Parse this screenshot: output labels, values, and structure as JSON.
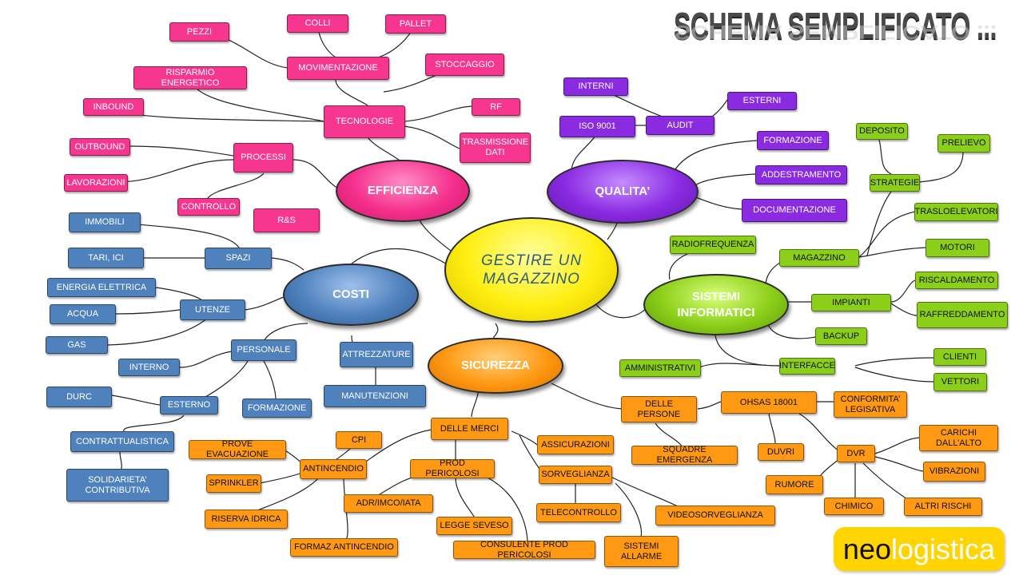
{
  "title": "SCHEMA SEMPLIFICATO ...",
  "logo": {
    "part1": "neo",
    "part2": "logistica"
  },
  "colors": {
    "efficienza": "#f7378f",
    "qualita": "#8a2be2",
    "costi": "#4f81bd",
    "sistemi": "#8ccf1a",
    "sicurezza": "#ff9812",
    "centro": "#ffee10"
  },
  "center": "GESTIRE UN\nMAGAZZINO",
  "hubs": {
    "efficienza": "EFFICIENZA",
    "qualita": "QUALITA’",
    "costi": "COSTI",
    "sistemi": "SISTEMI\nINFORMATICI",
    "sicurezza": "SICUREZZA"
  },
  "efficienza": {
    "pezzi": "PEZZI",
    "colli": "COLLI",
    "pallet": "PALLET",
    "movimentazione": "MOVIMENTAZIONE",
    "stoccaggio": "STOCCAGGIO",
    "risparmio": "RISPARMIO ENERGETICO",
    "inbound": "INBOUND",
    "tecnologie": "TECNOLOGIE",
    "rf": "RF",
    "trasmissione": "TRASMISSIONE\nDATI",
    "outbound": "OUTBOUND",
    "processi": "PROCESSI",
    "lavorazioni": "LAVORAZIONI",
    "controllo": "CONTROLLO",
    "rs": "R&S"
  },
  "qualita": {
    "interni": "INTERNI",
    "esterni": "ESTERNI",
    "iso": "ISO 9001",
    "audit": "AUDIT",
    "formazione": "FORMAZIONE",
    "addestramento": "ADDESTRAMENTO",
    "documentazione": "DOCUMENTAZIONE"
  },
  "sistemi": {
    "deposito": "DEPOSITO",
    "prelievo": "PRELIEVO",
    "strategie": "STRATEGIE",
    "traslo": "TRASLOELEVATORI",
    "radio": "RADIOFREQUENZA",
    "magazzino": "MAGAZZINO",
    "motori": "MOTORI",
    "riscaldamento": "RISCALDAMENTO",
    "impianti": "IMPIANTI",
    "raffreddamento": "RAFFREDDAMENTO",
    "backup": "BACKUP",
    "clienti": "CLIENTI",
    "amministrativi": "AMMINISTRATIVI",
    "interfacce": "INTERFACCE",
    "vettori": "VETTORI"
  },
  "costi": {
    "immobili": "IMMOBILI",
    "tari": "TARI, ICI",
    "spazi": "SPAZI",
    "energia": "ENERGIA ELETTRICA",
    "utenze": "UTENZE",
    "acqua": "ACQUA",
    "gas": "GAS",
    "personale": "PERSONALE",
    "attrezzature": "ATTREZZATURE",
    "interno": "INTERNO",
    "manutenzioni": "MANUTENZIONI",
    "durc": "DURC",
    "esterno": "ESTERNO",
    "formazione": "FORMAZIONE",
    "contrattualistica": "CONTRATTUALISTICA",
    "solidarieta": "SOLIDARIETA’\nCONTRIBUTIVA"
  },
  "sicurezza": {
    "persone": "DELLE  PERSONE",
    "ohsas": "OHSAS 18001",
    "conformita": "CONFORMITA’\nLEGISATIVA",
    "carichi": "CARICHI\nDALL’ALTO",
    "squadre": "SQUADRE EMERGENZA",
    "duvri": "DUVRI",
    "dvr": "DVR",
    "vibrazioni": "VIBRAZIONI",
    "rumore": "RUMORE",
    "chimico": "CHIMICO",
    "altri": "ALTRI RISCHI",
    "merci": "DELLE MERCI",
    "cpi": "CPI",
    "evacuazione": "PROVE EVACUAZIONE",
    "antincendio": "ANTINCENDIO",
    "assicurazioni": "ASSICURAZIONI",
    "prod": "PROD PERICOLOSI",
    "sprinkler": "SPRINKLER",
    "sorveglianza": "SORVEGLIANZA",
    "adr": "ADR/IMCO/IATA",
    "riserva": "RISERVA IDRICA",
    "telecontrollo": "TELECONTROLLO",
    "video": "VIDEOSORVEGLIANZA",
    "legge": "LEGGE  SEVESO",
    "formaz": "FORMAZ ANTINCENDIO",
    "consulente": "CONSULENTE  PROD PERICOLOSI",
    "allarme": "SISTEMI\nALLARME"
  }
}
